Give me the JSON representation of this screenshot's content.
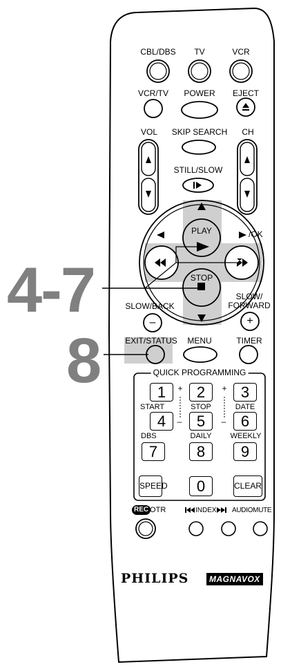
{
  "callouts": {
    "steps_4_7": "4-7",
    "step_8": "8"
  },
  "top_row": {
    "cbl_dbs": "CBL/DBS",
    "tv": "TV",
    "vcr": "VCR"
  },
  "row2": {
    "vcr_tv": "VCR/TV",
    "power": "POWER",
    "eject": "EJECT"
  },
  "row3": {
    "vol": "VOL",
    "skip_search": "SKIP SEARCH",
    "ch": "CH"
  },
  "still_slow": "STILL/SLOW",
  "transport": {
    "play": "PLAY",
    "stop": "STOP",
    "ok": "/OK"
  },
  "slow": {
    "back": "SLOW/BACK",
    "forward_1": "SLOW/",
    "forward_2": "FORWARD",
    "minus": "–",
    "plus": "+"
  },
  "lower_row": {
    "exit_status": "EXIT/STATUS",
    "menu": "MENU",
    "timer": "TIMER"
  },
  "quick_programming": {
    "title": "QUICK PROGRAMMING",
    "sublabels": {
      "start": "START",
      "stop": "STOP",
      "date": "DATE",
      "dbs": "DBS",
      "daily": "DAILY",
      "weekly": "WEEKLY"
    },
    "keys": [
      "1",
      "2",
      "3",
      "4",
      "5",
      "6",
      "7",
      "8",
      "9",
      "0"
    ],
    "speed": "SPEED",
    "clear": "CLEAR",
    "plus": "+",
    "minus": "–"
  },
  "bottom_row": {
    "rec": "REC",
    "otr": "/OTR",
    "index": "INDEX",
    "audio_mute": "AUDIOMUTE"
  },
  "brand": {
    "philips": "PHILIPS",
    "magnavox": "MAGNAVOX"
  },
  "colors": {
    "highlight": "#cfcfcf",
    "callout": "#808080",
    "outline": "#000000"
  }
}
